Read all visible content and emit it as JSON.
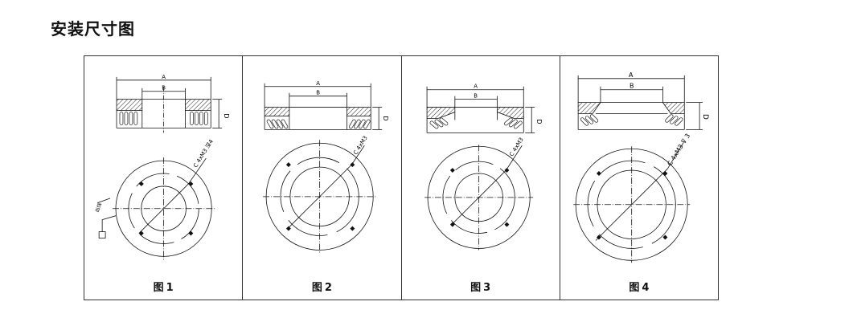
{
  "header": {
    "title": "安装尺寸图"
  },
  "figures": [
    {
      "caption_prefix": "图",
      "caption_number": "1",
      "dims": {
        "a": "A",
        "b": "B",
        "d": "D"
      },
      "callout": "C 4xM3 深4",
      "side_label": "出线"
    },
    {
      "caption_prefix": "图",
      "caption_number": "2",
      "dims": {
        "a": "A",
        "b": "B",
        "d": "D"
      },
      "callout": "C 4xM3"
    },
    {
      "caption_prefix": "图",
      "caption_number": "3",
      "dims": {
        "a": "A",
        "b": "B",
        "d": "D"
      },
      "callout": "C 4xM3"
    },
    {
      "caption_prefix": "图",
      "caption_number": "4",
      "dims": {
        "a": "A",
        "b": "B",
        "d": "D"
      },
      "callout": "C 4xM3 ⊽ 3"
    }
  ]
}
